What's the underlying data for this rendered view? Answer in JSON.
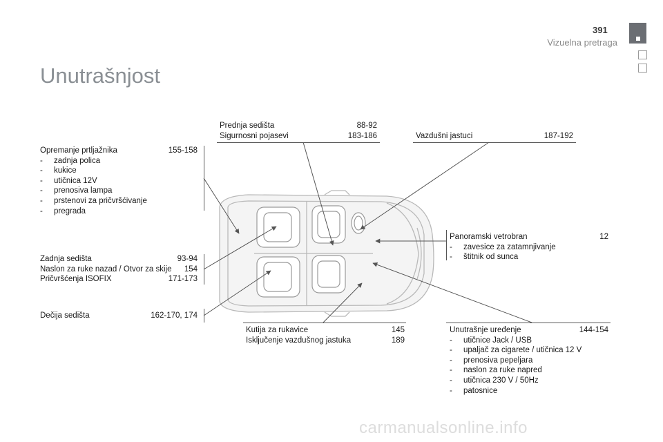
{
  "header": {
    "page_number": "391",
    "section": "Vizuelna pretraga"
  },
  "title": "Unutrašnjost",
  "blocks": {
    "prednja": {
      "rows": [
        {
          "label": "Prednja sedišta",
          "pages": "88-92"
        },
        {
          "label": "Sigurnosni pojasevi",
          "pages": "183-186"
        }
      ]
    },
    "vazdusni": {
      "rows": [
        {
          "label": "Vazdušni jastuci",
          "pages": "187-192"
        }
      ]
    },
    "opremanje": {
      "label": "Opremanje prtljažnika",
      "pages": "155-158",
      "items": [
        "zadnja polica",
        "kukice",
        "utičnica 12V",
        "prenosiva lampa",
        "prstenovi za pričvršćivanje",
        "pregrada"
      ]
    },
    "zadnja": {
      "rows": [
        {
          "label": "Zadnja sedišta",
          "pages": "93-94"
        },
        {
          "label": "Naslon za ruke nazad / Otvor za skije",
          "pages": "154"
        },
        {
          "label": "Pričvršćenja ISOFIX",
          "pages": "171-173"
        }
      ]
    },
    "decija": {
      "rows": [
        {
          "label": "Dečija sedišta",
          "pages": "162-170, 174"
        }
      ]
    },
    "panoramski": {
      "label": "Panoramski vetrobran",
      "pages": "12",
      "items": [
        "zavesice za zatamnjivanje",
        "štitnik od sunca"
      ]
    },
    "kutija": {
      "rows": [
        {
          "label": "Kutija za rukavice",
          "pages": "145"
        },
        {
          "label": "Isključenje vazdušnog jastuka",
          "pages": "189"
        }
      ]
    },
    "unutrasnje": {
      "label": "Unutrašnje uređenje",
      "pages": "144-154",
      "items": [
        "utičnice Jack / USB",
        "upaljač za cigarete / utičnica 12 V",
        "prenosiva pepeljara",
        "naslon za ruke napred",
        "utičnica 230 V / 50Hz",
        "patosnice"
      ]
    }
  },
  "watermark": "carmanualsonline.info",
  "colors": {
    "title": "#8a8f94",
    "tab": "#6b6e73",
    "line": "#555555"
  }
}
